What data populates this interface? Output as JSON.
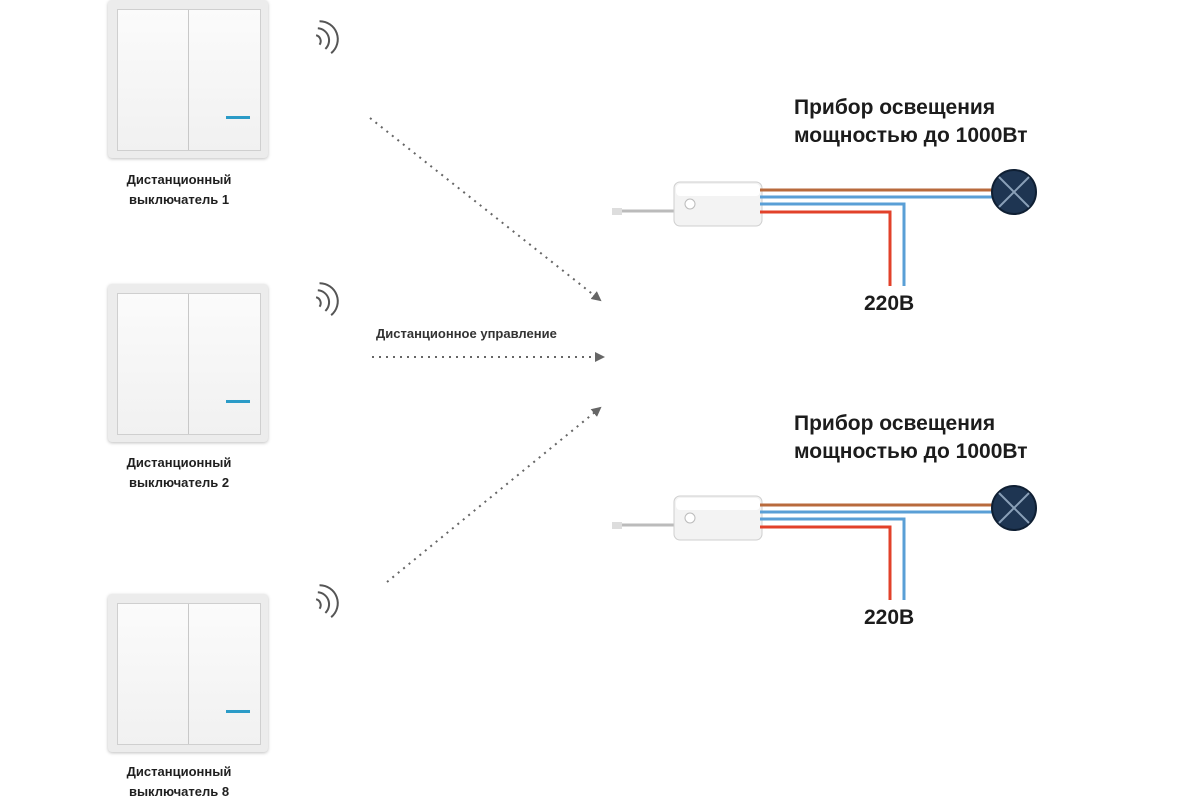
{
  "switches": [
    {
      "caption_line1": "Дистанционный",
      "caption_line2": "выключатель 1"
    },
    {
      "caption_line1": "Дистанционный",
      "caption_line2": "выключатель 2"
    },
    {
      "caption_line1": "Дистанционный",
      "caption_line2": "выключатель 8"
    }
  ],
  "remote_label": "Дистанционное управление",
  "devices": [
    {
      "title_line1": "Прибор освещения",
      "title_line2": "мощностью до 1000Вт",
      "voltage": "220В"
    },
    {
      "title_line1": "Прибор освещения",
      "title_line2": "мощностью до 1000Вт",
      "voltage": "220В"
    }
  ],
  "colors": {
    "led": "#2b9bc7",
    "wire_brown": "#b86a3c",
    "wire_blue": "#5a9fd6",
    "wire_red": "#e2412a",
    "lamp": "#1e3552",
    "arrow": "#666666"
  },
  "icons": {
    "wireless_signal": "wifi-signal-icon",
    "lamp": "lamp-symbol-icon",
    "relay": "relay-module-icon"
  }
}
